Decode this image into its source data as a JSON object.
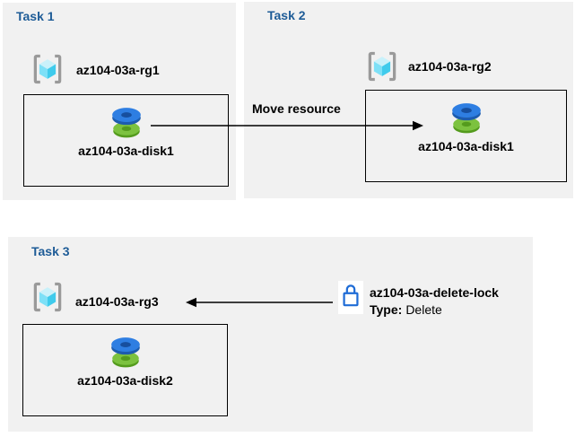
{
  "diagram": {
    "kind": "azure-lab-task-diagram",
    "panels": [
      {
        "title": "Task 1",
        "rg_label": "az104-03a-rg1",
        "box_label": "az104-03a-disk1"
      },
      {
        "title": "Task 2",
        "rg_label": "az104-03a-rg2",
        "box_label": "az104-03a-disk1"
      },
      {
        "title": "Task 3",
        "rg_label": "az104-03a-rg3",
        "box_label": "az104-03a-disk2"
      }
    ],
    "move_arrow": {
      "label": "Move resource"
    },
    "lock": {
      "name": "az104-03a-delete-lock",
      "type_label": "Type:",
      "type_value": "Delete"
    },
    "icons": {
      "resource_group": "resource-group-icon",
      "disk": "disk-icon",
      "lock": "lock-icon"
    },
    "colors": {
      "panel_bg": "#f1f1f1",
      "title_blue": "#1e5c97",
      "text": "#000000",
      "box_border": "#000000",
      "arrow": "#000000",
      "lock_blue": "#1f6cd6",
      "disk_blue_top": "#2e7ee2",
      "disk_blue_side": "#1d5cae",
      "disk_blue_hole": "#174f9e",
      "disk_green_top": "#7cc23f",
      "disk_green_side": "#549b1d",
      "cube_top_face": "#c9f1fa",
      "cube_left_face": "#7de0f7",
      "cube_right_face": "#3fcbec",
      "bracket_gray": "#9a9a9a"
    }
  }
}
